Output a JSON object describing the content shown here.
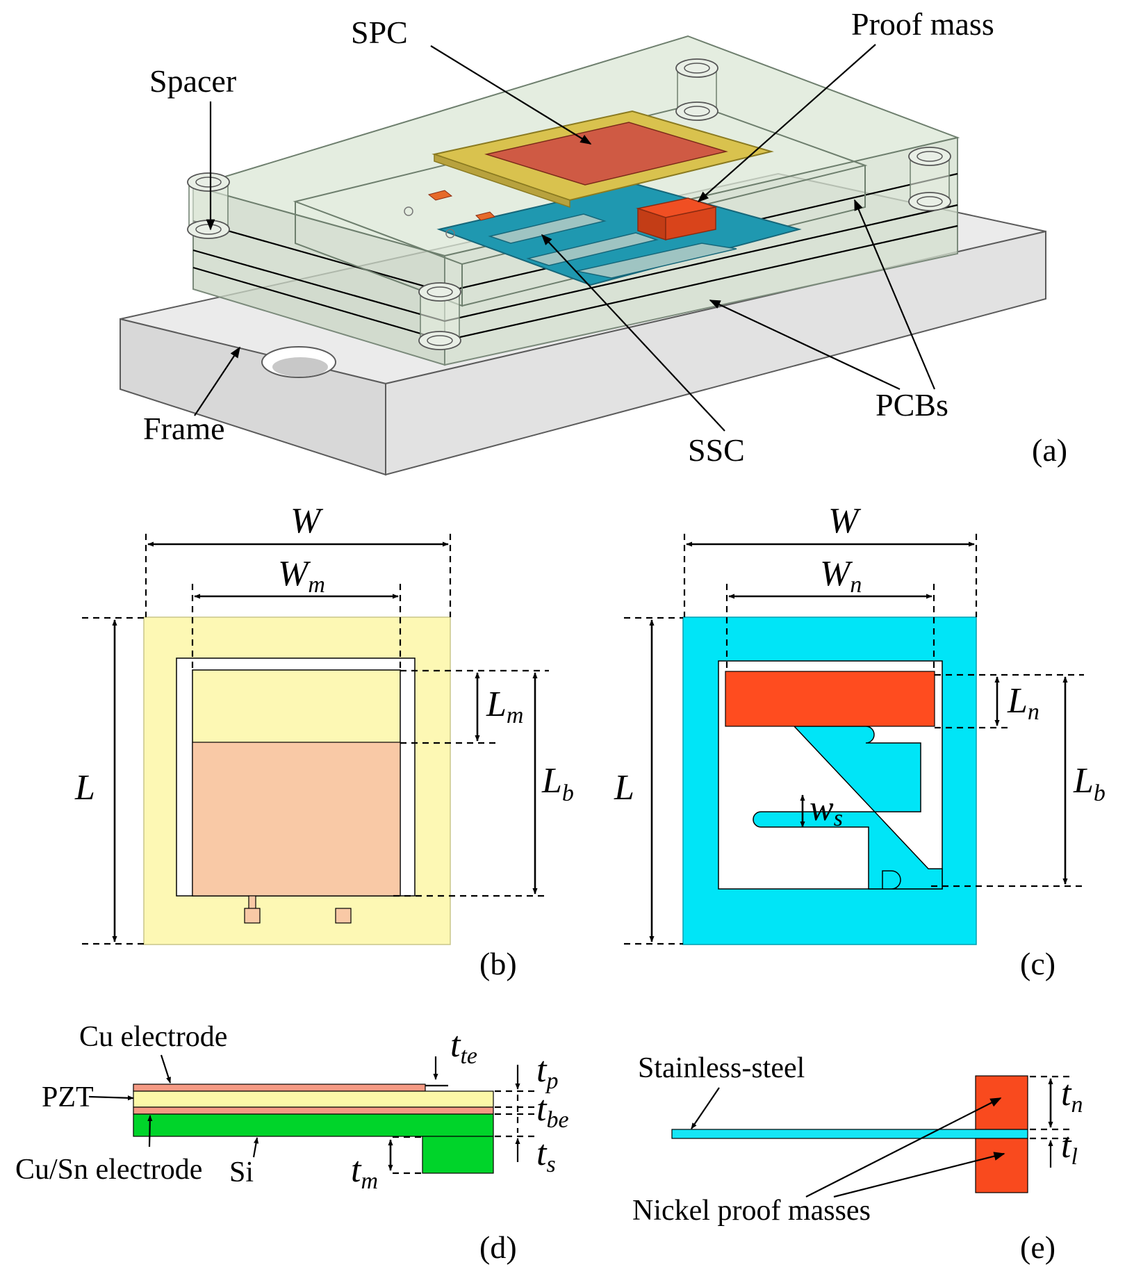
{
  "colors": {
    "frame": "#ebebeb",
    "glass": "#dbe7d6",
    "spc_frame": "#d9c24e",
    "spc_center": "#cf5a44",
    "ssc": "#1f98b0",
    "proof_mass": "#f04f23",
    "panel_b_frame": "#fdf8b4",
    "panel_b_mass": "#f9c9a6",
    "panel_c_body": "#00e5f7",
    "panel_c_mass": "#ff4c1f",
    "cu_electrode": "#f59a84",
    "pzt": "#fcf8a8",
    "si": "#00d42a",
    "stainless": "#15e6f6",
    "nickel": "#f94a1e"
  },
  "panel_a": {
    "tag": "(a)",
    "labels": {
      "spacer": "Spacer",
      "spc": "SPC",
      "proof_mass": "Proof mass",
      "pcbs": "PCBs",
      "ssc": "SSC",
      "frame": "Frame"
    }
  },
  "panel_b": {
    "tag": "(b)",
    "dims": {
      "W": "W",
      "Wm": "W",
      "Wm_sub": "m",
      "L": "L",
      "Lm": "L",
      "Lm_sub": "m",
      "Lb": "L",
      "Lb_sub": "b"
    }
  },
  "panel_c": {
    "tag": "(c)",
    "dims": {
      "W": "W",
      "Wn": "W",
      "Wn_sub": "n",
      "L": "L",
      "Ln": "L",
      "Ln_sub": "n",
      "Lb": "L",
      "Lb_sub": "b",
      "ws": "w",
      "ws_sub": "s"
    }
  },
  "panel_d": {
    "tag": "(d)",
    "labels": {
      "cu_electrode": "Cu electrode",
      "pzt": "PZT",
      "cusn_electrode": "Cu/Sn electrode",
      "si": "Si"
    },
    "dims": {
      "tte": "t",
      "tte_sub": "te",
      "tp": "t",
      "tp_sub": "p",
      "tbe": "t",
      "tbe_sub": "be",
      "ts": "t",
      "ts_sub": "s",
      "tm": "t",
      "tm_sub": "m"
    }
  },
  "panel_e": {
    "tag": "(e)",
    "labels": {
      "stainless": "Stainless-steel",
      "nickel": "Nickel proof masses"
    },
    "dims": {
      "tn": "t",
      "tn_sub": "n",
      "tl": "t",
      "tl_sub": "l"
    }
  }
}
